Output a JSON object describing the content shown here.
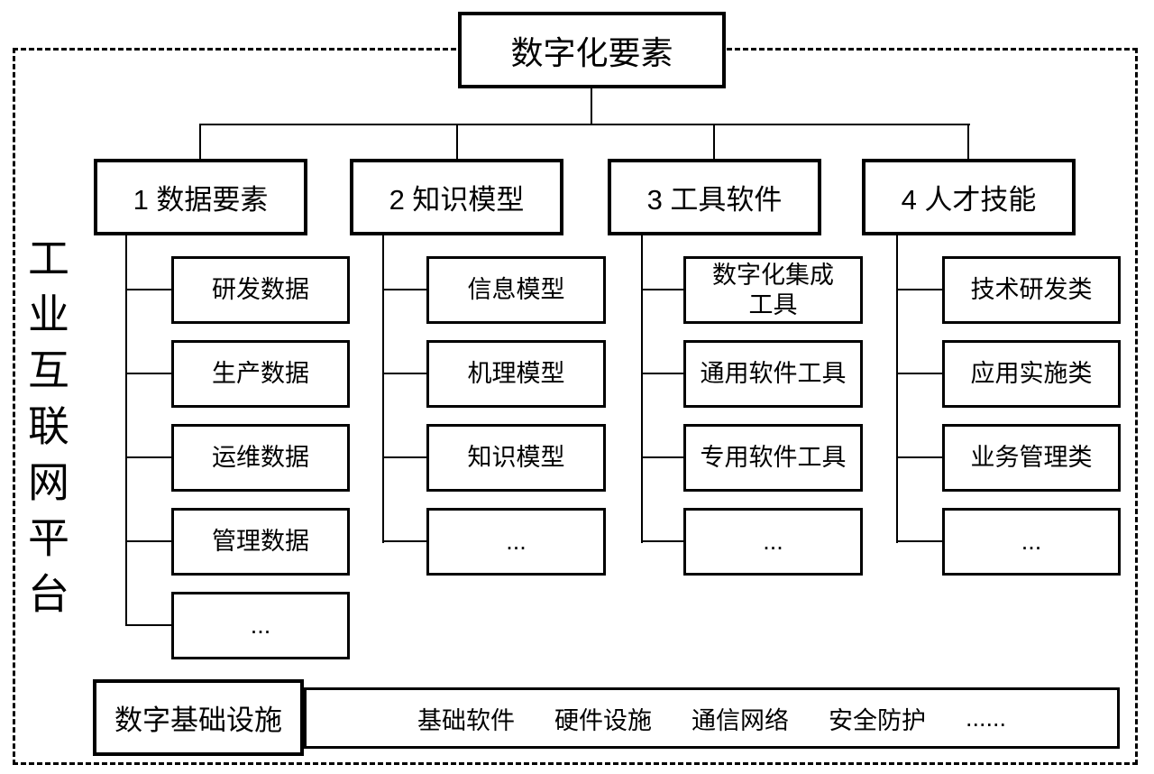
{
  "diagram": {
    "root_label": "数字化要素",
    "side_label": "工业互联网平台",
    "branches": [
      {
        "label": "1 数据要素",
        "children": [
          "研发数据",
          "生产数据",
          "运维数据",
          "管理数据",
          "..."
        ]
      },
      {
        "label": "2 知识模型",
        "children": [
          "信息模型",
          "机理模型",
          "知识模型",
          "..."
        ]
      },
      {
        "label": "3 工具软件",
        "children": [
          "数字化集成\n工具",
          "通用软件工具",
          "专用软件工具",
          "..."
        ]
      },
      {
        "label": "4 人才技能",
        "children": [
          "技术研发类",
          "应用实施类",
          "业务管理类",
          "..."
        ]
      }
    ],
    "infrastructure": {
      "label": "数字基础设施",
      "items": [
        "基础软件",
        "硬件设施",
        "通信网络",
        "安全防护",
        "......"
      ]
    },
    "colors": {
      "line": "#000000",
      "background": "#ffffff",
      "text": "#000000"
    }
  }
}
